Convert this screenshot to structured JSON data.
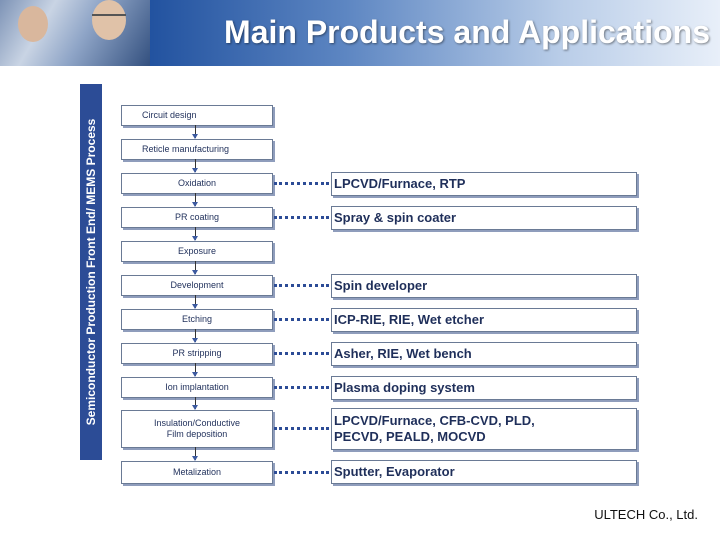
{
  "title": "Main Products and Applications",
  "sidebar": {
    "label": "Semiconductor Production Front End/ MEMS Process"
  },
  "steps": {
    "circuit_design": "Circuit design",
    "reticle": "Reticle manufacturing",
    "oxidation": "Oxidation",
    "pr_coating": "PR coating",
    "exposure": "Exposure",
    "development": "Development",
    "etching": "Etching",
    "pr_stripping": "PR stripping",
    "ion_implantation": "Ion implantation",
    "insulation_line1": "Insulation/Conductive",
    "insulation_line2": "Film deposition",
    "metalization": "Metalization"
  },
  "equipment": {
    "oxidation": "LPCVD/Furnace, RTP",
    "pr_coating": "Spray & spin coater",
    "development": "Spin developer",
    "etching": "ICP-RIE, RIE, Wet etcher",
    "pr_stripping": "Asher, RIE, Wet bench",
    "ion_implantation": "Plasma doping system",
    "insulation_line1": "LPCVD/Furnace, CFB-CVD, PLD,",
    "insulation_line2": "PECVD, PEALD, MOCVD",
    "metalization": "Sputter, Evaporator"
  },
  "footer": {
    "company": "ULTECH Co., Ltd."
  },
  "colors": {
    "header_dark": "#0c2f77",
    "sidebar": "#2c4c96",
    "connector": "#2c4c96"
  }
}
